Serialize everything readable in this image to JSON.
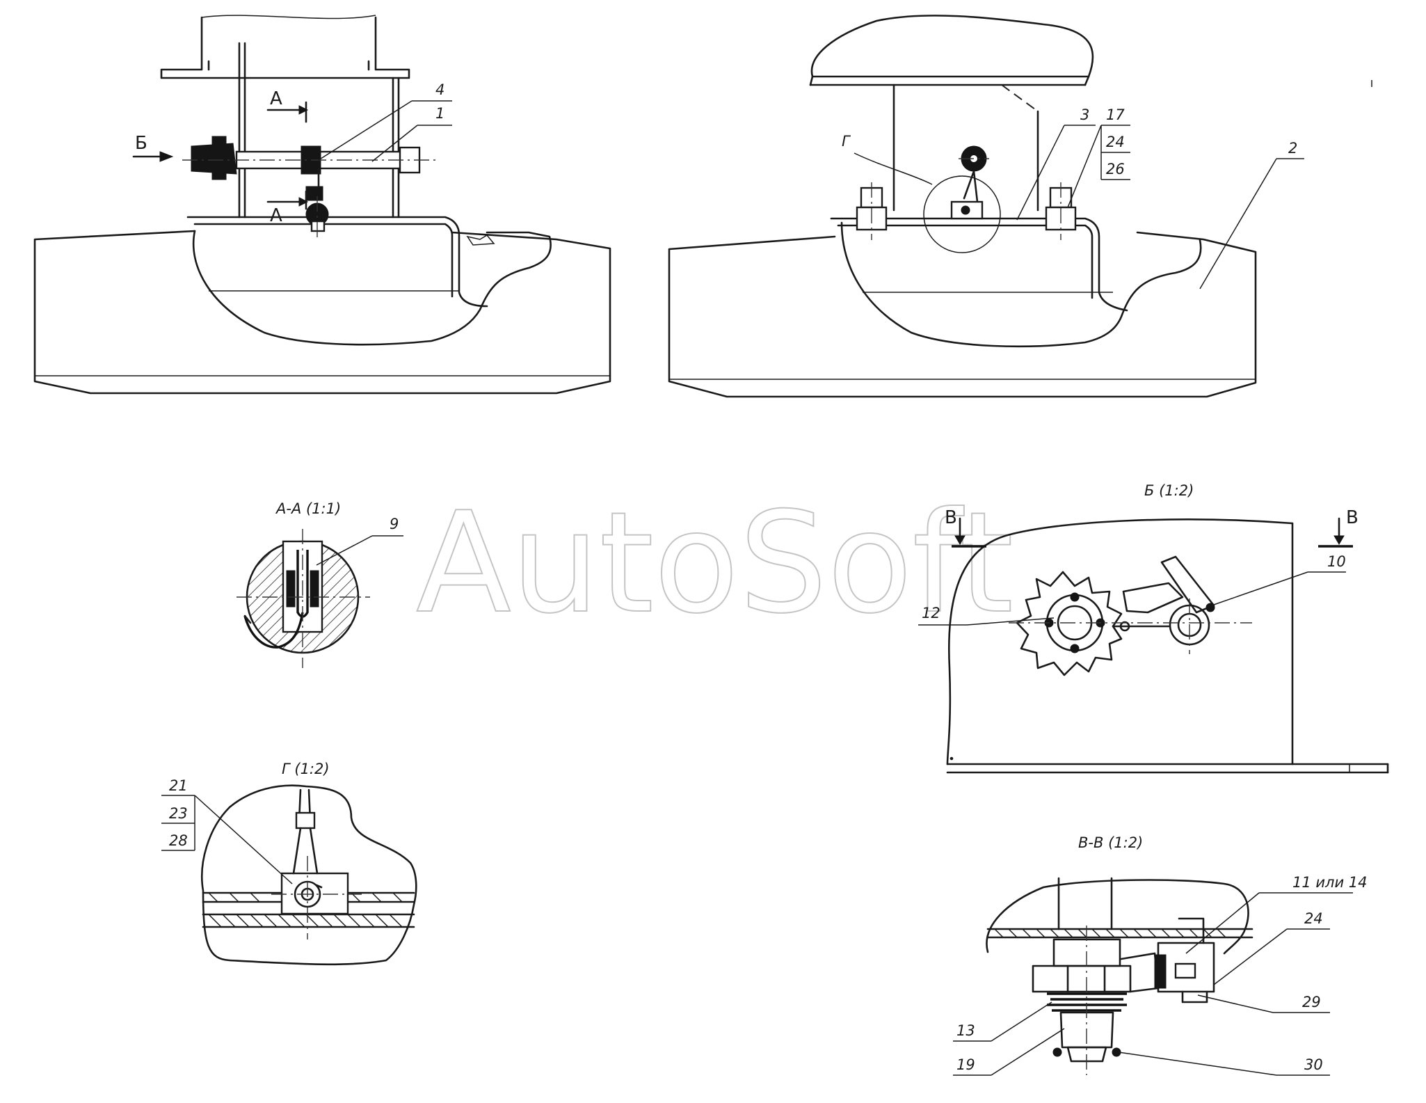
{
  "watermark": "AutoSoft",
  "views": {
    "aa": "А-А (1:1)",
    "b": "Б (1:2)",
    "g": "Г (1:2)",
    "vv": "В-В (1:2)"
  },
  "section_marks": {
    "a_top": "А",
    "a_bottom": "А",
    "b": "Б",
    "g": "Г",
    "v_left": "В",
    "v_right": "В"
  },
  "callouts": {
    "c1": "1",
    "c2": "2",
    "c3": "3",
    "c4": "4",
    "c9": "9",
    "c10": "10",
    "c12": "12",
    "c13": "13",
    "c17": "17",
    "c19": "19",
    "c21": "21",
    "c23": "23",
    "c24a": "24",
    "c24b": "24",
    "c26": "26",
    "c28": "28",
    "c29": "29",
    "c30": "30",
    "c11_14": "11 или 14"
  }
}
